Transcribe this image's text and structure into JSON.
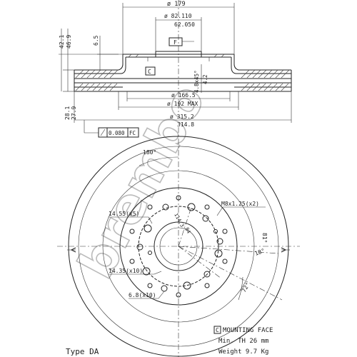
{
  "watermark": "brembo",
  "section": {
    "dimensions": {
      "d179": "ø 179",
      "d82": "ø 82.110",
      "d62": "62.050",
      "h42": "42.1",
      "h46": "46.9",
      "h65": "6.5",
      "tol_f": "F",
      "datum_c": "C",
      "chamfer": "4.8x45°",
      "h42b": "4.2",
      "d166": "ø 166.5",
      "d192": "ø 192 MAX",
      "d315": "ø 315.2",
      "d314": "314.8",
      "h28": "28.1",
      "h27": "27.9",
      "fc_value": "0.080",
      "fc_ref": "FC"
    }
  },
  "front": {
    "labels": {
      "angle180": "180°",
      "holes5": "14.55(x5)",
      "thread": "M8x1.25(x2)",
      "d114": "114.3",
      "d84": "84",
      "d81": "81°",
      "a18": "18°",
      "holes10": "14.35(x10)",
      "small10": "6.8(x10)",
      "a72": "72°"
    }
  },
  "notes": {
    "mounting_box": "C",
    "mounting_text": "MOUNTING FACE",
    "min_th": "Min. TH 26 mm",
    "weight": "Weight 9.7  Kg",
    "type": "Type DA"
  }
}
